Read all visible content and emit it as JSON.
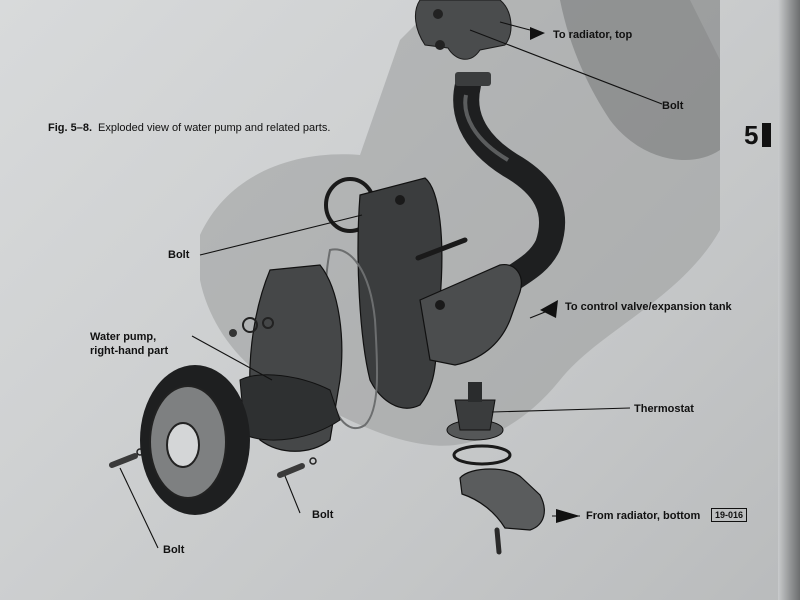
{
  "caption": {
    "figure_number": "Fig. 5–8.",
    "text": "Exploded view of water pump and related parts."
  },
  "section_tab": "5",
  "figure_ref": "19-016",
  "callouts": {
    "radiator_top": "To radiator, top",
    "bolt_top": "Bolt",
    "bolt_mid": "Bolt",
    "water_pump_line1": "Water pump,",
    "water_pump_line2": "right-hand part",
    "control_valve": "To control valve/expansion tank",
    "thermostat": "Thermostat",
    "radiator_bottom": "From radiator, bottom",
    "bolt_pulley": "Bolt",
    "bolt_bottom": "Bolt"
  },
  "colors": {
    "ink": "#111111",
    "paper": "#d3d5d6",
    "engine_shadow": "#8c8e8f",
    "metal_dark": "#3a3c3d",
    "metal_mid": "#6a6c6d"
  }
}
